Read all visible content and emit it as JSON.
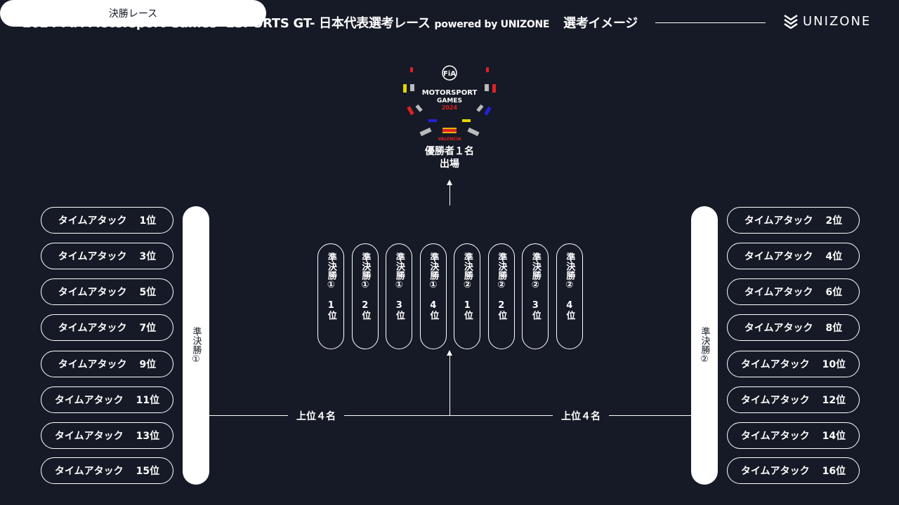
{
  "header": {
    "title_main": "2024 FIA Motorsport Games -ESPORTS GT- 日本代表選考レース",
    "title_powered": "powered by UNIZONE",
    "title_image": "選考イメージ",
    "logo_text": "UNIZONE"
  },
  "emblem": {
    "fia": "FiA",
    "line1": "MOTORSPORT",
    "line2": "GAMES",
    "year": "2024",
    "city": "VALENCIA"
  },
  "winner": {
    "line1": "優勝者１名",
    "line2": "出場"
  },
  "final_label": "決勝レース",
  "left_pills": [
    {
      "label": "タイムアタック",
      "rank": "1位"
    },
    {
      "label": "タイムアタック",
      "rank": "3位"
    },
    {
      "label": "タイムアタック",
      "rank": "5位"
    },
    {
      "label": "タイムアタック",
      "rank": "7位"
    },
    {
      "label": "タイムアタック",
      "rank": "9位"
    },
    {
      "label": "タイムアタック",
      "rank": "11位"
    },
    {
      "label": "タイムアタック",
      "rank": "13位"
    },
    {
      "label": "タイムアタック",
      "rank": "15位"
    }
  ],
  "right_pills": [
    {
      "label": "タイムアタック",
      "rank": "2位"
    },
    {
      "label": "タイムアタック",
      "rank": "4位"
    },
    {
      "label": "タイムアタック",
      "rank": "6位"
    },
    {
      "label": "タイムアタック",
      "rank": "8位"
    },
    {
      "label": "タイムアタック",
      "rank": "10位"
    },
    {
      "label": "タイムアタック",
      "rank": "12位"
    },
    {
      "label": "タイムアタック",
      "rank": "14位"
    },
    {
      "label": "タイムアタック",
      "rank": "16位"
    }
  ],
  "semi_left": "準決勝①",
  "semi_right": "準決勝②",
  "semi_columns": [
    {
      "heat": "準決勝①",
      "pos": "1位"
    },
    {
      "heat": "準決勝①",
      "pos": "2位"
    },
    {
      "heat": "準決勝①",
      "pos": "3位"
    },
    {
      "heat": "準決勝①",
      "pos": "4位"
    },
    {
      "heat": "準決勝②",
      "pos": "1位"
    },
    {
      "heat": "準決勝②",
      "pos": "2位"
    },
    {
      "heat": "準決勝②",
      "pos": "3位"
    },
    {
      "heat": "準決勝②",
      "pos": "4位"
    }
  ],
  "top4_label": "上位４名"
}
